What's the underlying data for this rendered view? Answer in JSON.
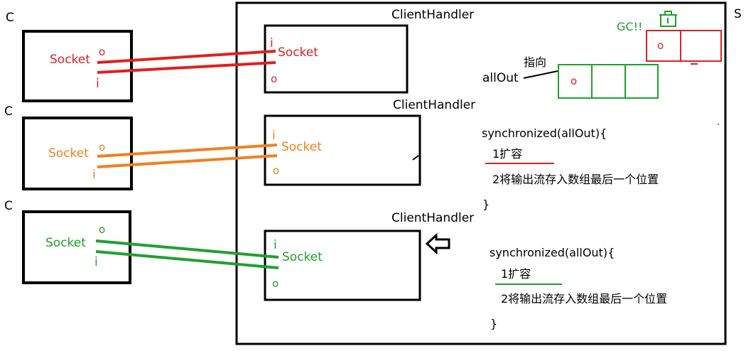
{
  "server": {
    "label": "S"
  },
  "clients": [
    {
      "label": "C",
      "socket_label": "Socket",
      "o_label": "o",
      "i_label": "i",
      "color": "#e02020"
    },
    {
      "label": "C",
      "socket_label": "Socket",
      "o_label": "o",
      "i_label": "i",
      "color": "#f08020"
    },
    {
      "label": "C",
      "socket_label": "Socket",
      "o_label": "o",
      "i_label": "i",
      "color": "#20a030"
    }
  ],
  "handlers": [
    {
      "title": "ClientHandler",
      "socket_label": "Socket",
      "i_label": "i",
      "o_label": "o",
      "color": "#e02020"
    },
    {
      "title": "ClientHandler",
      "socket_label": "Socket",
      "i_label": "i",
      "o_label": "o",
      "color": "#f08020"
    },
    {
      "title": "ClientHandler",
      "socket_label": "Socket",
      "i_label": "i",
      "o_label": "o",
      "color": "#20a030"
    }
  ],
  "allout": {
    "label": "allOut",
    "pointer_label": "指向",
    "cell_marker": "o",
    "array_color": "#20a030",
    "old_array_color": "#e02020",
    "gc_label": "GC!!",
    "gc_color": "#20a030"
  },
  "code_blocks": [
    {
      "header": "synchronized(allOut){",
      "step1": "1扩容",
      "step2": "2将输出流存入数组最后一个位置",
      "close": "}",
      "underline_color": "#e02020"
    },
    {
      "header": "synchronized(allOut){",
      "step1": "1扩容",
      "step2": "2将输出流存入数组最后一个位置",
      "close": "}",
      "underline_color": "#20a030"
    }
  ],
  "icons": {
    "arrow": "hollow-left-arrow-icon",
    "trash": "trash-can-icon"
  }
}
